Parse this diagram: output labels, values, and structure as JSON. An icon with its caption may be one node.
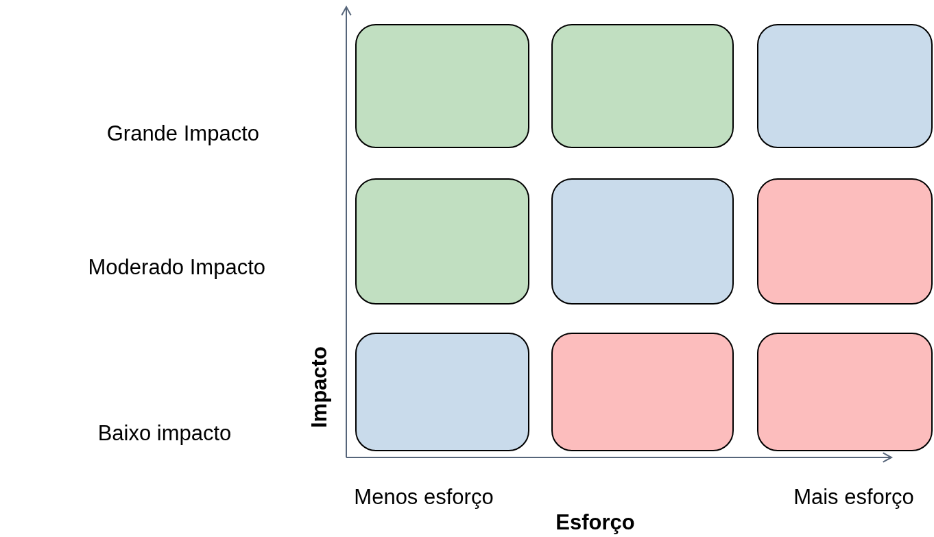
{
  "diagram": {
    "nodes": [
      {
        "text": [],
        "shape": "box"
      },
      {
        "text": [],
        "shape": "box"
      },
      {
        "text": [],
        "shape": "box"
      },
      {
        "text": [],
        "shape": "box"
      },
      {
        "text": [],
        "shape": "box"
      },
      {
        "text": [],
        "shape": "box"
      },
      {
        "text": [],
        "shape": "box"
      },
      {
        "text": [],
        "shape": "box"
      },
      {
        "text": [],
        "shape": "box"
      }
    ],
    "edges": [],
    "labels": [
      "Grande Impacto",
      "Moderado Impacto",
      "Impacto",
      "Baixo impacto",
      "Menos esforço",
      "Mais esforço",
      "Esforço"
    ]
  }
}
